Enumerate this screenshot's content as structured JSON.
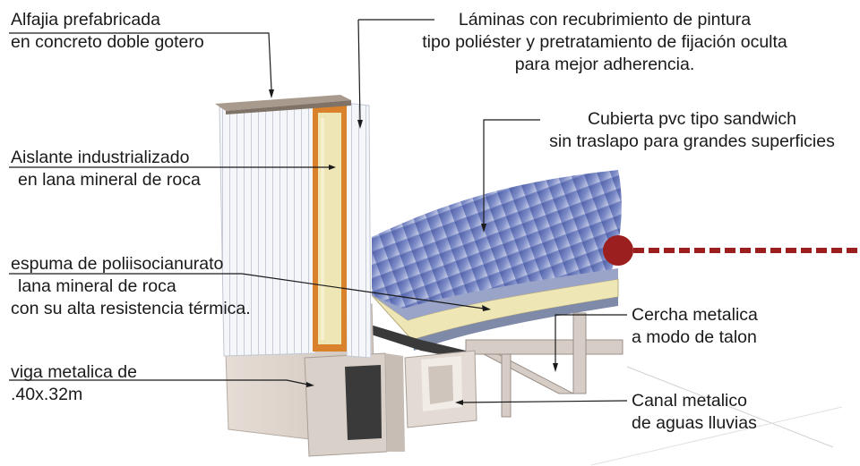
{
  "labels": {
    "alfajia": [
      "Alfajia prefabricada",
      "en concreto doble gotero"
    ],
    "laminas": [
      "Láminas con recubrimiento de pintura",
      "tipo poliéster y pretratamiento de fijación oculta",
      "para mejor adherencia."
    ],
    "cubierta": [
      "Cubierta pvc tipo sandwich",
      "sin traslapo para grandes superficies"
    ],
    "aislante": [
      "Aislante industrializado",
      "en lana mineral de roca"
    ],
    "espuma": [
      "espuma de poliisocianurato",
      "lana mineral de roca",
      "con su alta resistencia térmica."
    ],
    "viga": [
      "viga metalica  de",
      ".40x.32m"
    ],
    "cercha": [
      "Cercha metalica",
      "a modo de talon"
    ],
    "canal": [
      "Canal  metalico",
      "de aguas lluvias"
    ]
  },
  "colors": {
    "panel": "#f2f4f8",
    "insulation": "#efe6b6",
    "orange_frame": "#d9822b",
    "coping": "#9b8d80",
    "concrete": "#dcd3cc",
    "roof": "#5f6fb0",
    "marker": "#9b1f1f",
    "line": "#1a1a1a"
  }
}
